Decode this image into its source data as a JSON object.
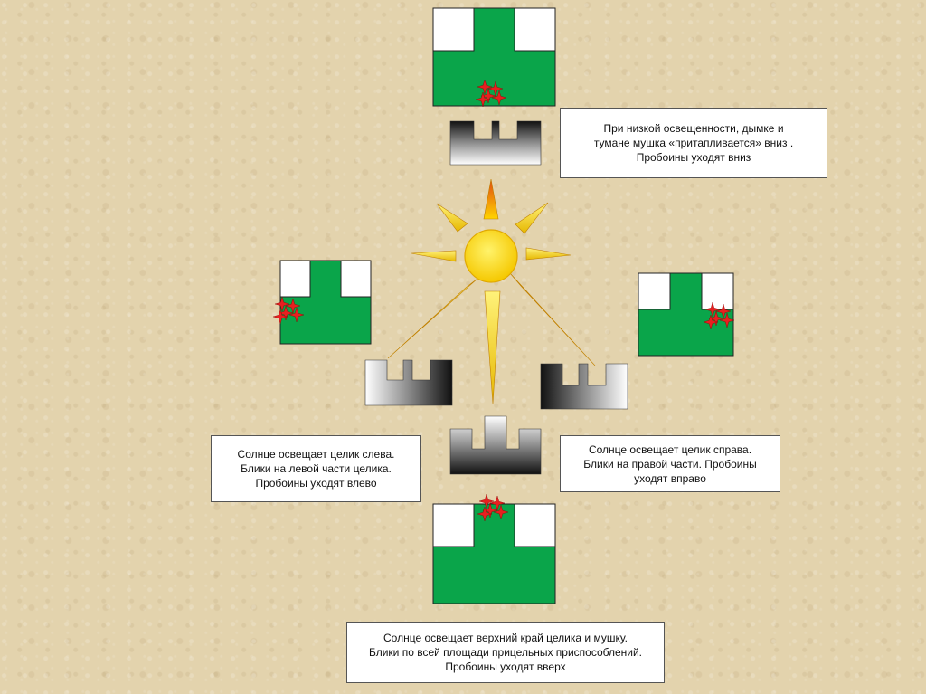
{
  "colors": {
    "target_green": "#0aa54a",
    "sun_yellow": "#ffd700",
    "spark_red": "#e82020",
    "box_border": "#555555"
  },
  "captions": {
    "top": {
      "lines": [
        "При низкой освещенности, дымке и",
        "тумане мушка «притапливается» вниз .",
        "Пробоины уходят вниз"
      ]
    },
    "left": {
      "lines": [
        "Солнце освещает целик слева.",
        "Блики на левой части целика.",
        "Пробоины уходят влево"
      ]
    },
    "right": {
      "lines": [
        "Солнце освещает целик справа.",
        "Блики на правой части. Пробоины",
        "уходят вправо"
      ]
    },
    "bottom": {
      "lines": [
        "Солнце освещает верхний край целика и мушку.",
        "Блики по всей площади прицельных приспособлений.",
        "Пробоины уходят вверх"
      ]
    }
  },
  "icons": {
    "sun": "sun-icon",
    "spark": "spark-icon",
    "rear_sight": "rear-sight-icon",
    "front_sight_target": "sight-picture-icon"
  }
}
